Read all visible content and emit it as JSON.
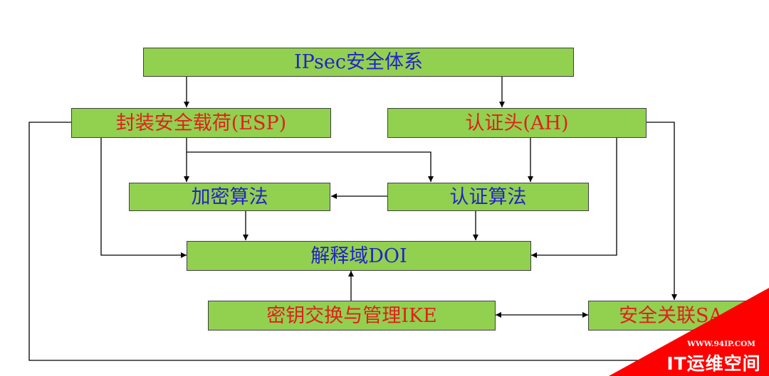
{
  "diagram": {
    "nodes": {
      "ipsec": "IPsec安全体系",
      "esp": "封装安全载荷(ESP)",
      "ah": "认证头(AH)",
      "encryption": "加密算法",
      "auth_alg": "认证算法",
      "doi": "解释域DOI",
      "ike": "密钥交换与管理IKE",
      "sa": "安全关联SA"
    },
    "edges": [
      {
        "from": "ipsec",
        "to": "esp"
      },
      {
        "from": "ipsec",
        "to": "ah"
      },
      {
        "from": "esp",
        "to": "encryption"
      },
      {
        "from": "esp",
        "to": "auth_alg"
      },
      {
        "from": "ah",
        "to": "auth_alg"
      },
      {
        "from": "auth_alg",
        "to": "encryption"
      },
      {
        "from": "encryption",
        "to": "doi"
      },
      {
        "from": "auth_alg",
        "to": "doi"
      },
      {
        "from": "esp",
        "to": "doi"
      },
      {
        "from": "ah",
        "to": "doi"
      },
      {
        "from": "ike",
        "to": "doi"
      },
      {
        "from": "ike",
        "to": "sa",
        "bidirectional": true
      },
      {
        "from": "ah",
        "to": "sa"
      },
      {
        "from": "esp",
        "to": "sa"
      }
    ],
    "colors": {
      "node_fill": "#92d050",
      "title_text": "#2323c8",
      "protocol_text": "#e0201c"
    }
  },
  "watermark": {
    "url": "WWW.94IP.COM",
    "title": "IT运维空间",
    "color": "#ff0000"
  }
}
